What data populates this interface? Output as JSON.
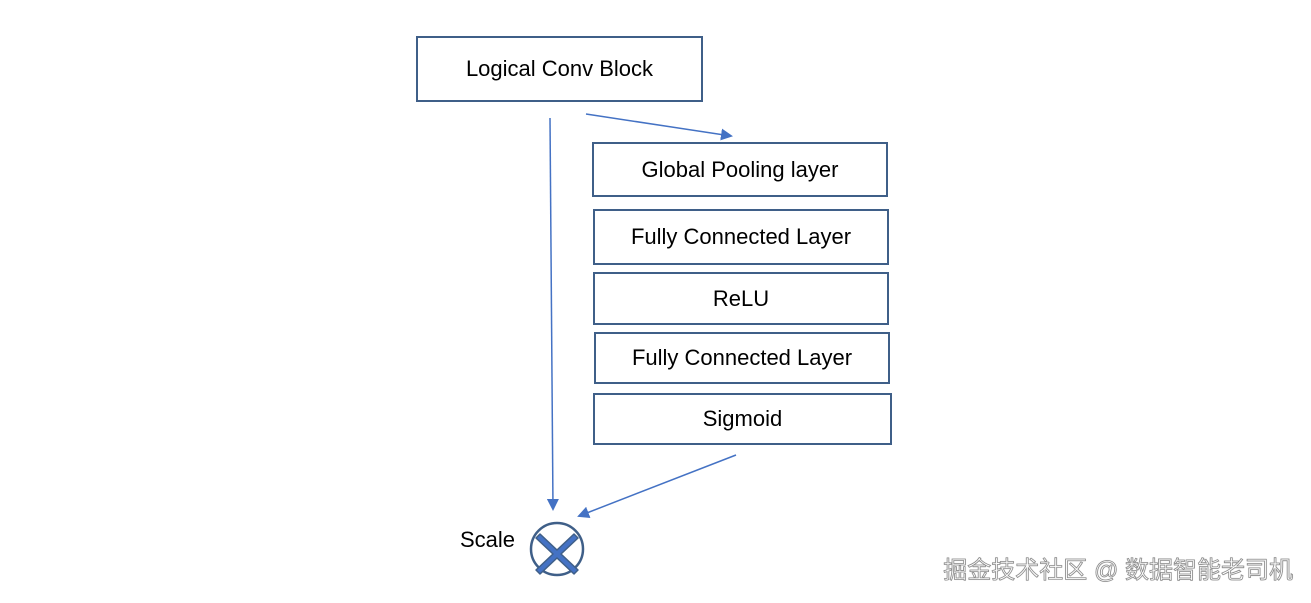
{
  "diagram": {
    "top_block": "Logical Conv Block",
    "stack": [
      "Global Pooling layer",
      "Fully Connected Layer",
      "ReLU",
      "Fully Connected Layer",
      "Sigmoid"
    ],
    "scale_label": "Scale",
    "scale_symbol": "multiply-icon"
  },
  "watermark": "掘金技术社区 @ 数据智能老司机",
  "colors": {
    "box_border": "#3f5f88",
    "arrow": "#4472c4",
    "multiply_fill": "#4472c4",
    "multiply_ring": "#3f5f88"
  }
}
